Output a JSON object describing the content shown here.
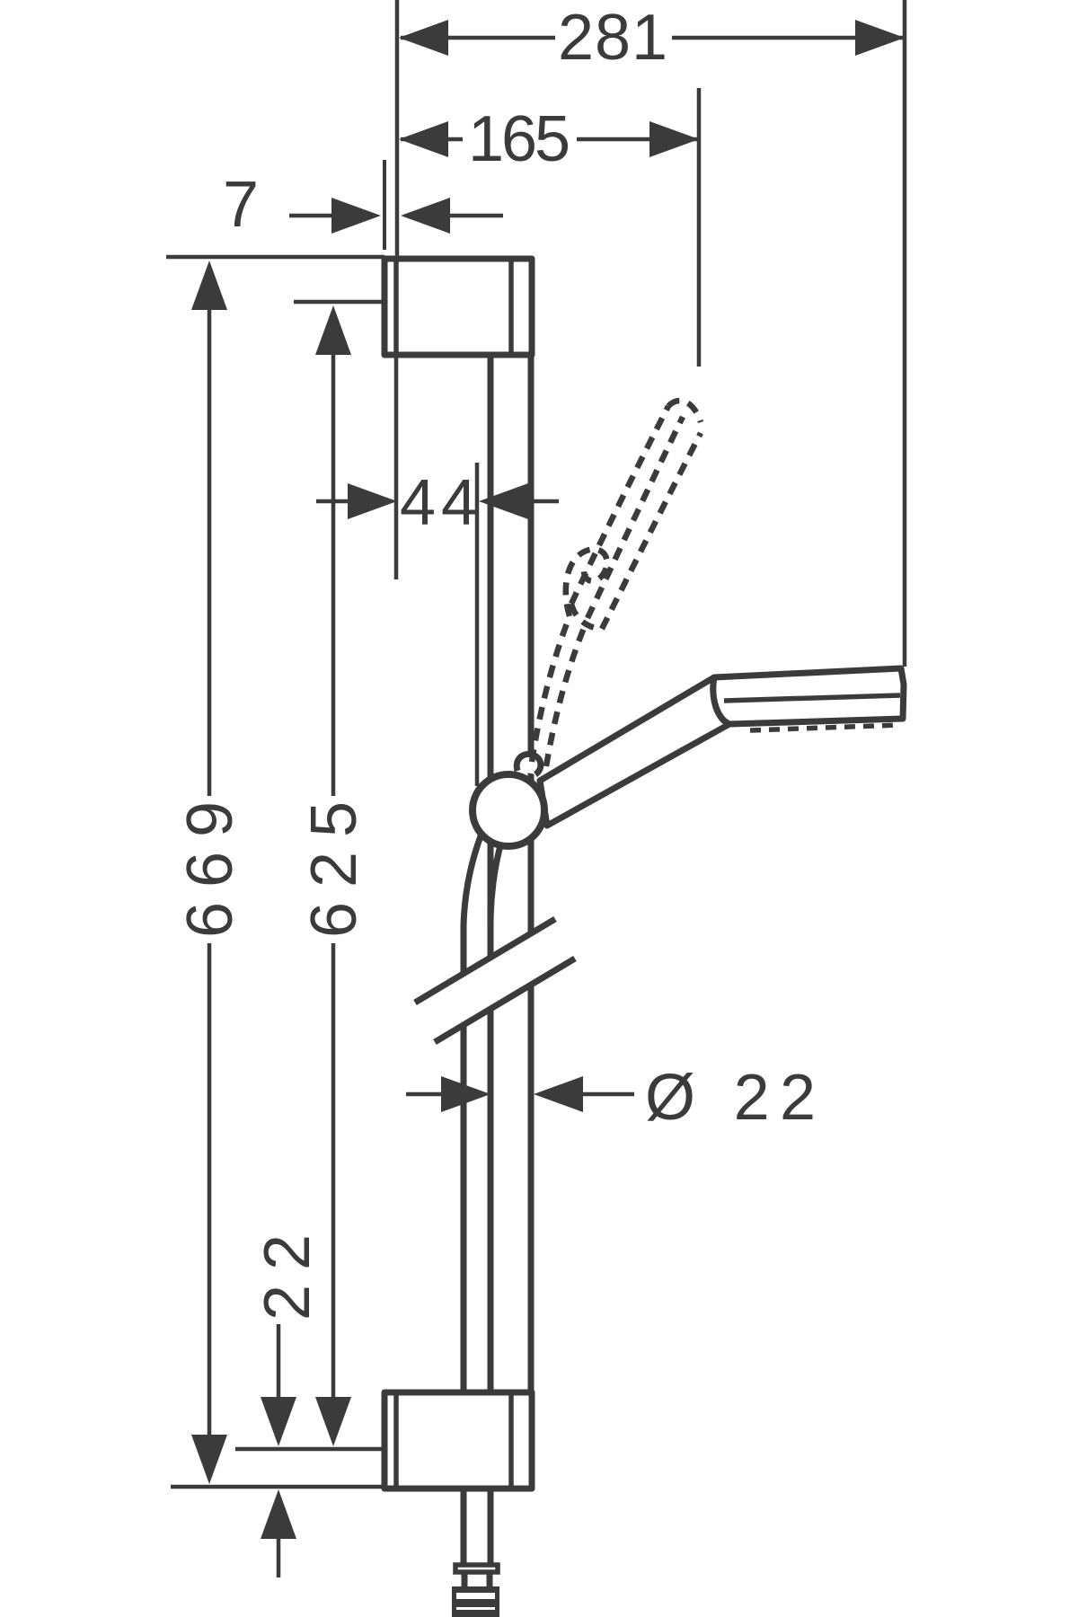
{
  "drawing": {
    "background": "#ffffff",
    "line_color": "#3b3b3b",
    "subject": "shower-slide-bar-set-technical-side-view",
    "dimensions": {
      "d281": "281",
      "d165": "165",
      "d7": "7",
      "d44": "44",
      "d669": "669",
      "d625": "625",
      "dia22": "Ø 22",
      "d22": "22"
    }
  }
}
